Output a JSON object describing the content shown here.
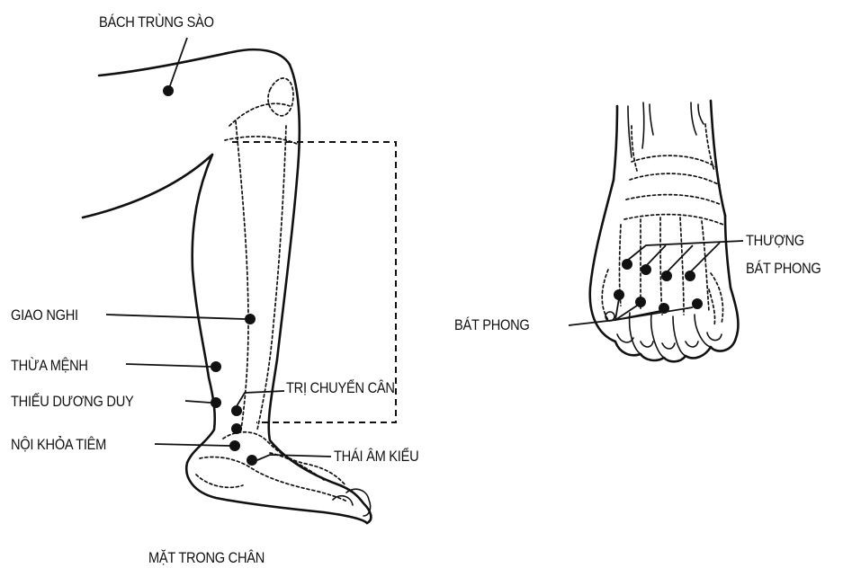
{
  "leg_diagram": {
    "caption": "MẶT TRONG CHÂN",
    "points": [
      {
        "id": "bach-trung-sao",
        "label": "BÁCH TRÙNG SÀO"
      },
      {
        "id": "giao-nghi",
        "label": "GIAO NGHI"
      },
      {
        "id": "thua-menh",
        "label": "THỪA MỆNH"
      },
      {
        "id": "thieu-duong-duy",
        "label": "THIẾU DƯƠNG DUY"
      },
      {
        "id": "noi-khoa-tiem",
        "label": "NỘI KHỎA TIÊM"
      },
      {
        "id": "tri-chuyen-can",
        "label": "TRỊ CHUYỂN CÂN"
      },
      {
        "id": "thai-am-kieu",
        "label": "THÁI ÂM KIỂU"
      }
    ]
  },
  "foot_diagram": {
    "points": [
      {
        "id": "thuong-bat-phong",
        "label_line1": "THƯỢNG",
        "label_line2": "BÁT PHONG"
      },
      {
        "id": "bat-phong",
        "label": "BÁT PHONG"
      }
    ]
  }
}
